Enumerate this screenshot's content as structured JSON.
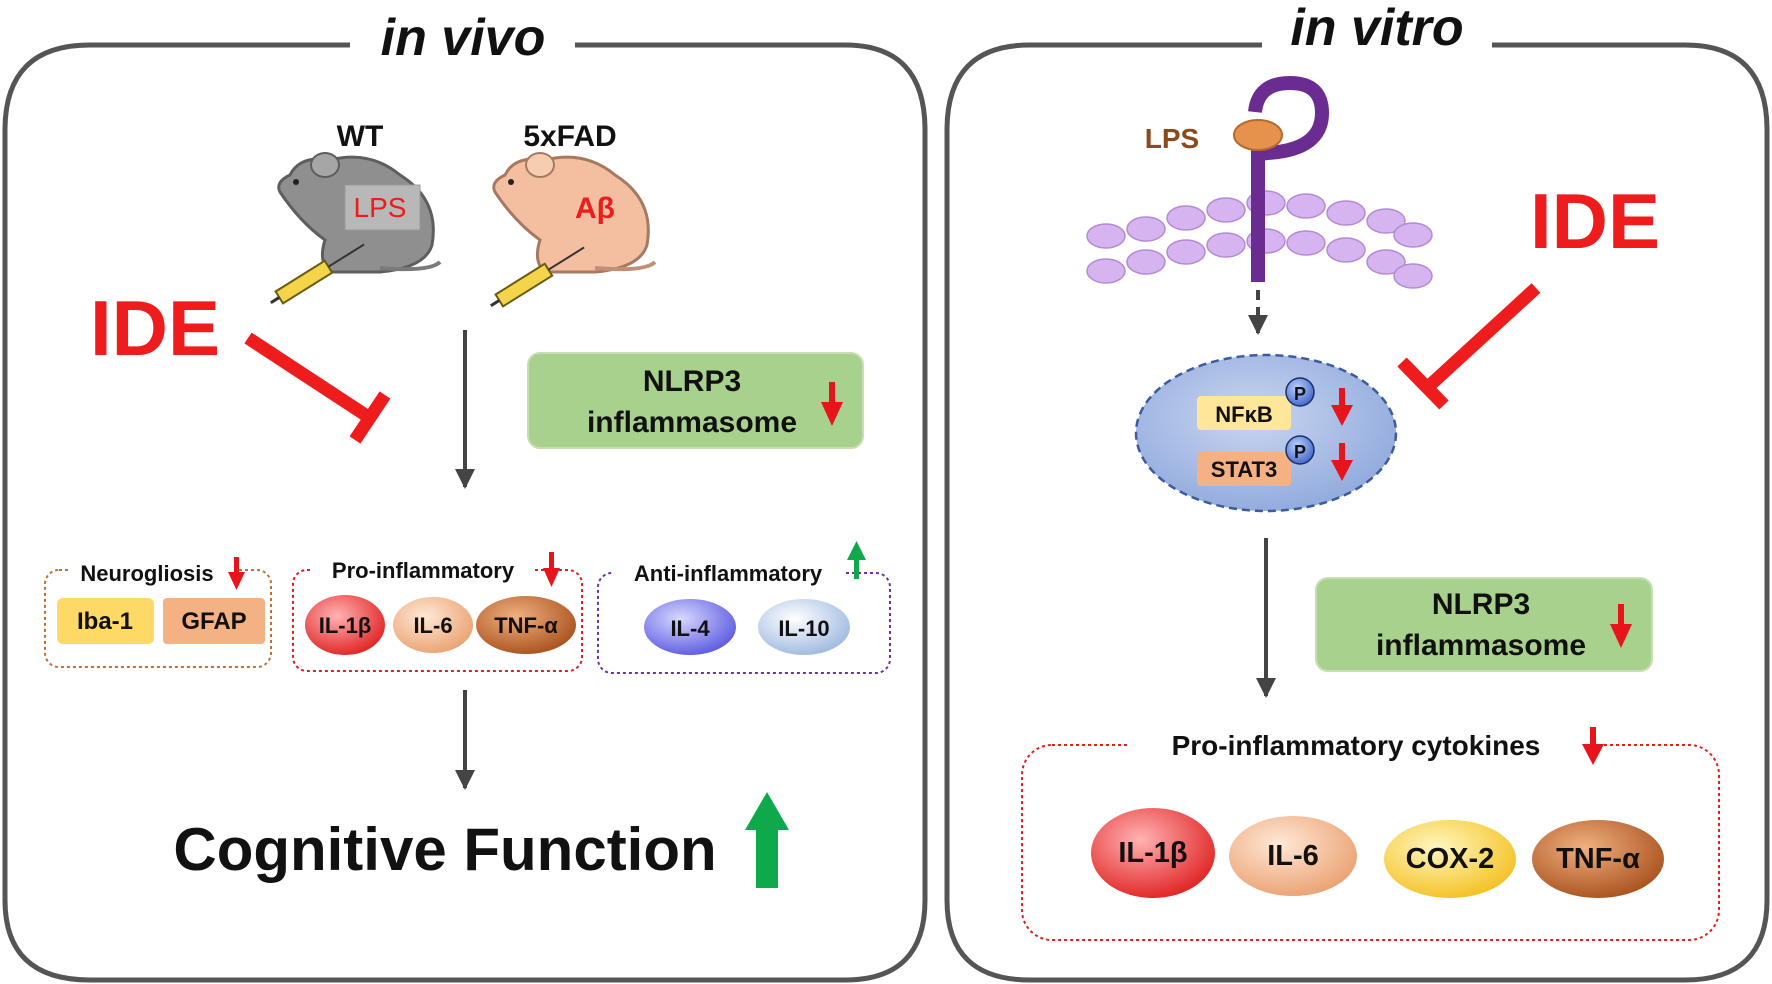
{
  "panels": {
    "left_title": "in vivo",
    "right_title": "in vitro"
  },
  "mice": {
    "wt_label": "WT",
    "fad_label": "5xFAD",
    "wt_injection": "LPS",
    "fad_injection": "Aβ"
  },
  "inhibitor": {
    "left": "IDE",
    "right": "IDE"
  },
  "nlrp3": {
    "line1": "NLRP3",
    "line2": "inflammasome"
  },
  "neurogliosis": {
    "title": "Neurogliosis",
    "markers": [
      "Iba-1",
      "GFAP"
    ]
  },
  "pro_inflammatory": {
    "title": "Pro-inflammatory",
    "cytokines": [
      "IL-1β",
      "IL-6",
      "TNF-α"
    ]
  },
  "anti_inflammatory": {
    "title": "Anti-inflammatory",
    "cytokines": [
      "IL-4",
      "IL-10"
    ]
  },
  "outcome": "Cognitive Function",
  "in_vitro": {
    "ligand": "LPS",
    "phospho": "P",
    "nucleus_factors": [
      "NFκB",
      "STAT3"
    ],
    "cytokine_box_title": "Pro-inflammatory cytokines",
    "cytokines": [
      "IL-1β",
      "IL-6",
      "COX-2",
      "TNF-α"
    ]
  },
  "colors": {
    "inhibit_red": "#ee1c1c",
    "down_arrow_red": "#e8141c",
    "up_arrow_green": "#0ea94a",
    "nlrp3_box": "#a9d18e",
    "tlr4_purple": "#6a2c91"
  }
}
